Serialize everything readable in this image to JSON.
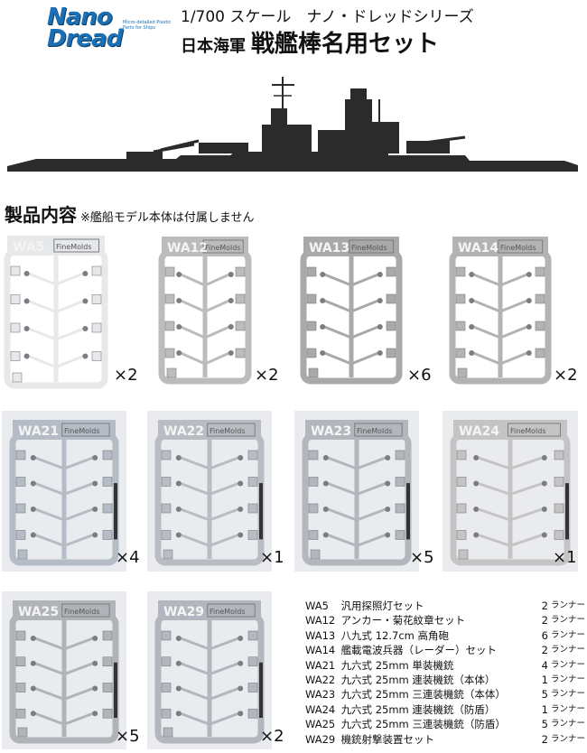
{
  "header": {
    "logo_line1": "Nano",
    "logo_line2": "Dread",
    "logo_tagline": "Micro-detailed Plastic Parts for Ships",
    "scale": "1/700 スケール　ナノ・ドレッドシリーズ",
    "title_prefix": "日本海軍",
    "title": "戦艦棒名用セット"
  },
  "section": {
    "title": "製品内容",
    "note": "※艦船モデル本体は付属しません"
  },
  "sprues": [
    {
      "code": "WA5",
      "qty": "×2",
      "color": "#e6e8ea"
    },
    {
      "code": "WA12",
      "qty": "×2",
      "color": "#bcbcbc"
    },
    {
      "code": "WA13",
      "qty": "×6",
      "color": "#a9a9a9"
    },
    {
      "code": "WA14",
      "qty": "×2",
      "color": "#b3b3b3"
    },
    {
      "code": "WA21",
      "qty": "×4",
      "color": "#b5bcc6"
    },
    {
      "code": "WA22",
      "qty": "×1",
      "color": "#b9bdc3"
    },
    {
      "code": "WA23",
      "qty": "×5",
      "color": "#b2b7bd"
    },
    {
      "code": "WA24",
      "qty": "×1",
      "color": "#c4c4c4"
    },
    {
      "code": "WA25",
      "qty": "×5",
      "color": "#b0b3b8"
    },
    {
      "code": "WA29",
      "qty": "×2",
      "color": "#b2b7bf"
    }
  ],
  "brand_label": "FineMolds",
  "parts_list": [
    {
      "code": "WA5",
      "name": "汎用探照灯セット",
      "count": "2",
      "unit": "ランナー"
    },
    {
      "code": "WA12",
      "name": "アンカー・菊花紋章セット",
      "count": "2",
      "unit": "ランナー"
    },
    {
      "code": "WA13",
      "name": "八九式 12.7cm 高角砲",
      "count": "6",
      "unit": "ランナー"
    },
    {
      "code": "WA14",
      "name": "艦載電波兵器（レーダー）セット",
      "count": "2",
      "unit": "ランナー"
    },
    {
      "code": "WA21",
      "name": "九六式 25mm 単装機銃",
      "count": "4",
      "unit": "ランナー"
    },
    {
      "code": "WA22",
      "name": "九六式 25mm 連装機銃（本体）",
      "count": "1",
      "unit": "ランナー"
    },
    {
      "code": "WA23",
      "name": "九六式 25mm 三連装機銃（本体）",
      "count": "5",
      "unit": "ランナー"
    },
    {
      "code": "WA24",
      "name": "九六式 25mm 連装機銃（防盾）",
      "count": "1",
      "unit": "ランナー"
    },
    {
      "code": "WA25",
      "name": "九六式 25mm 三連装機銃（防盾）",
      "count": "5",
      "unit": "ランナー"
    },
    {
      "code": "WA29",
      "name": "機銃射撃装置セット",
      "count": "2",
      "unit": "ランナー"
    }
  ]
}
